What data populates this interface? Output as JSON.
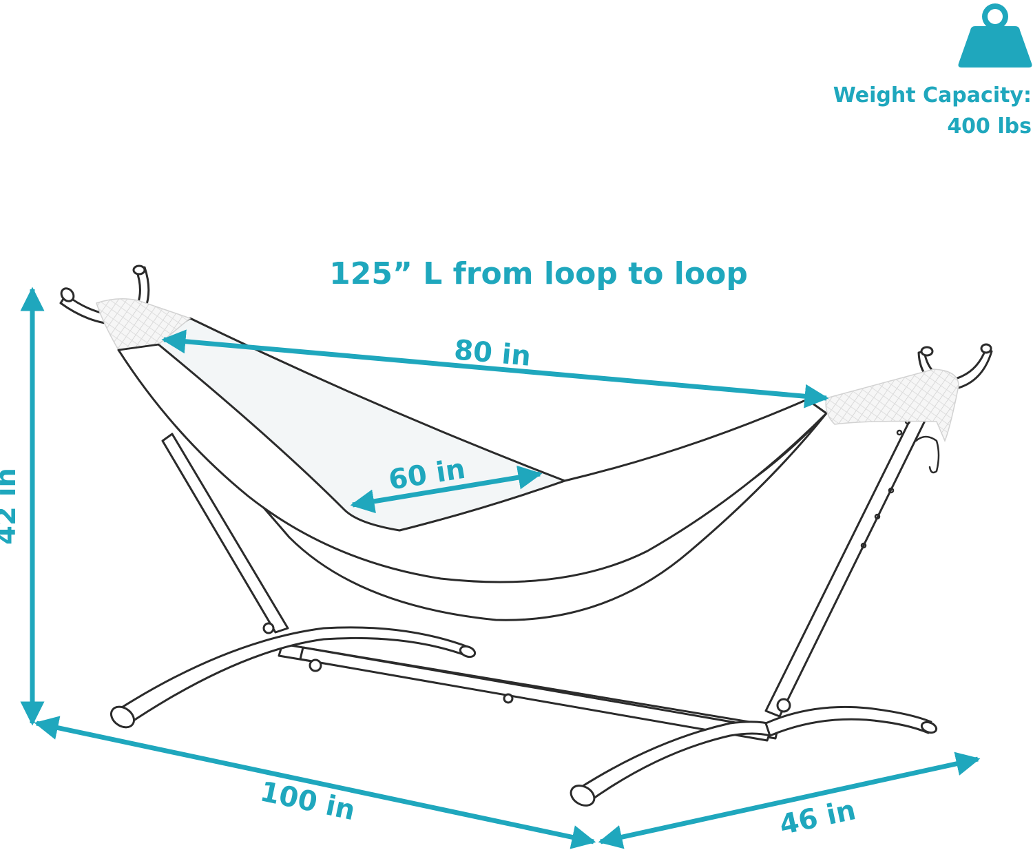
{
  "labels": {
    "weight_line1": "Weight Capacity:",
    "weight_line2": "400 lbs",
    "loop_length": "125” L from loop to loop",
    "bed_length": "80 in",
    "bed_width": "60 in",
    "height": "42 in",
    "length": "100 in",
    "width": "46 in"
  },
  "colors": {
    "accent": "#1fa7bd",
    "line": "#2b2b2b"
  },
  "icons": {
    "weight": "weight-icon"
  }
}
